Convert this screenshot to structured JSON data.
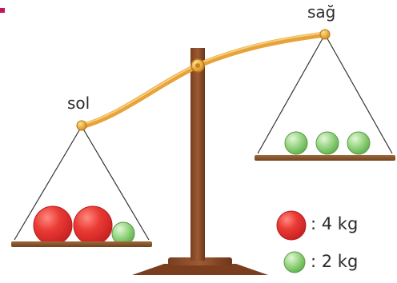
{
  "labels": {
    "left": "sol",
    "right": "sağ"
  },
  "pans": {
    "left": {
      "balls": [
        "red",
        "red",
        "green"
      ]
    },
    "right": {
      "balls": [
        "green",
        "green",
        "green"
      ]
    }
  },
  "legend": [
    {
      "ball": "red",
      "text": ": 4 kg"
    },
    {
      "ball": "green",
      "text": ": 2 kg"
    }
  ],
  "colors": {
    "beam": "#e8a23a",
    "pivot": "#f0b54a",
    "stand": "#8a4a28",
    "pan": "#8a5a2e",
    "red_ball": "#e8403a",
    "green_ball": "#8fd07a"
  }
}
